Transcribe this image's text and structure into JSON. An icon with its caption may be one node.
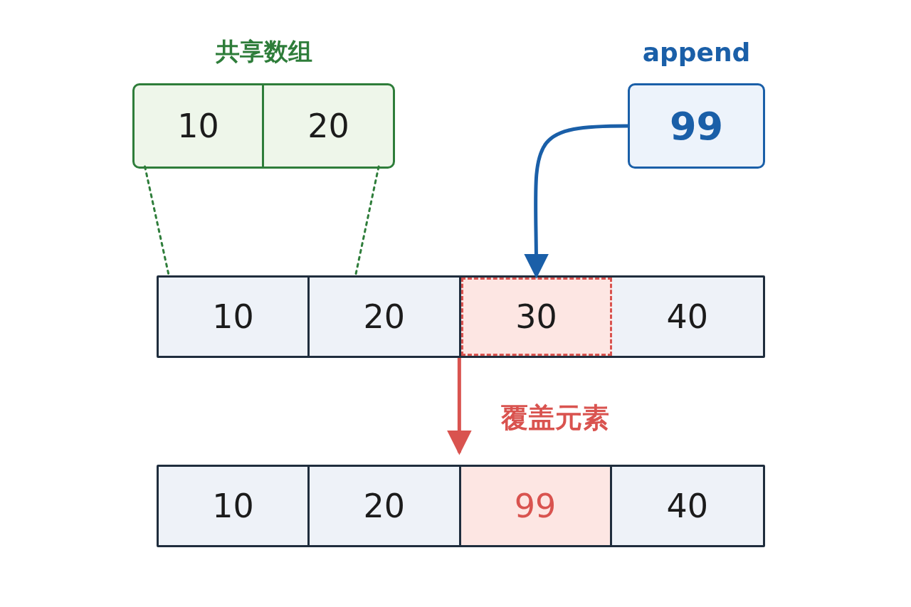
{
  "diagram": {
    "nodes": [
      {
        "text": [
          "共享数组"
        ]
      },
      {
        "text": [
          "10"
        ],
        "in": 0
      },
      {
        "text": [
          "20"
        ],
        "in": 0
      },
      {
        "text": [
          "append",
          "99"
        ]
      },
      {
        "text": [],
        "shape": "box"
      },
      {
        "text": [
          "10"
        ],
        "in": 4
      },
      {
        "text": [
          "20"
        ],
        "in": 4
      },
      {
        "text": [
          "30"
        ],
        "in": 4
      },
      {
        "text": [
          "40"
        ],
        "in": 4
      },
      {
        "text": [],
        "shape": "box"
      },
      {
        "text": [
          "10"
        ],
        "in": 9
      },
      {
        "text": [
          "20"
        ],
        "in": 9
      },
      {
        "text": [
          "99"
        ],
        "in": 9
      },
      {
        "text": [
          "40"
        ],
        "in": 9
      }
    ],
    "edges": [
      {
        "from": 1,
        "to": 5,
        "arrow": "none",
        "style": "dashed",
        "color": "#2e7d3a"
      },
      {
        "from": 2,
        "to": 6,
        "arrow": "none",
        "style": "dashed",
        "color": "#2e7d3a"
      },
      {
        "from": 3,
        "to": 7,
        "arrow": "to",
        "color": "#1a5fa8"
      },
      {
        "from": 4,
        "to": 9,
        "arrow": "to",
        "color": "#d9534f",
        "label": "覆盖元素"
      }
    ]
  }
}
